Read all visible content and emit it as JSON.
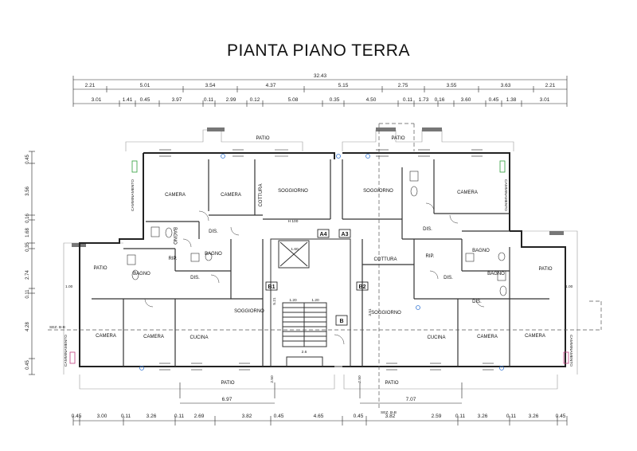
{
  "title": "PIANTA PIANO TERRA",
  "dimensions": {
    "overall": "32.43",
    "row1": [
      "2.21",
      "5.01",
      "3.54",
      "4.37",
      "5.15",
      "2.75",
      "3.55",
      "3.63",
      "2.21"
    ],
    "row2": [
      "3.01",
      "1.41",
      "0.45",
      "3.97",
      "0.11",
      "2.99",
      "0.12",
      "5.08",
      "0.35",
      "4.50",
      "0.11",
      "1.73",
      "0.16",
      "3.60",
      "0.45",
      "1.38",
      "3.01"
    ],
    "bottom_row": [
      "0.45",
      "3.00",
      "0.11",
      "3.26",
      "0.11",
      "2.69",
      "3.82",
      "0.45",
      "4.65",
      "0.45",
      "3.82",
      "2.59",
      "0.11",
      "3.26",
      "0.11",
      "3.26",
      "0.45"
    ],
    "left_vertical": [
      "0.45",
      "3.56",
      "0.16",
      "1.68",
      "0.35",
      "2.74",
      "0.11",
      "4.28",
      "0.45"
    ],
    "patio_dims": [
      "6.97",
      "7.07"
    ],
    "stair_dims": [
      "1.60",
      "1.20",
      "1.20",
      "2.6",
      "5.21",
      "3.51",
      "2.50",
      "2.50",
      "1.00",
      "1.00",
      "H 100"
    ]
  },
  "rooms": [
    {
      "label": "PATIO"
    },
    {
      "label": "PATIO"
    },
    {
      "label": "CAMERA"
    },
    {
      "label": "CAMERA"
    },
    {
      "label": "COTTURA"
    },
    {
      "label": "SOGGIORNO"
    },
    {
      "label": "SOGGIORNO"
    },
    {
      "label": "CAMERA"
    },
    {
      "label": "BAGNO"
    },
    {
      "label": "DIS."
    },
    {
      "label": "DIS."
    },
    {
      "label": "BAGNO"
    },
    {
      "label": "RIP."
    },
    {
      "label": "RIP."
    },
    {
      "label": "BAGNO"
    },
    {
      "label": "PATIO"
    },
    {
      "label": "BAGNO"
    },
    {
      "label": "DIS."
    },
    {
      "label": "COTTURA"
    },
    {
      "label": "DIS."
    },
    {
      "label": "BAGNO"
    },
    {
      "label": "PATIO"
    },
    {
      "label": "SOGGIORNO"
    },
    {
      "label": "SOGGIORNO"
    },
    {
      "label": "DIS."
    },
    {
      "label": "CAMERA"
    },
    {
      "label": "CAMERA"
    },
    {
      "label": "CUCINA"
    },
    {
      "label": "CUCINA"
    },
    {
      "label": "CAMERA"
    },
    {
      "label": "CAMERA"
    },
    {
      "label": "PATIO"
    },
    {
      "label": "PATIO"
    },
    {
      "label": "CAMMINAMENTO"
    },
    {
      "label": "CAMMINAMENTO"
    },
    {
      "label": "CAMMINAMENTO"
    },
    {
      "label": "CAMMINAMENTO"
    }
  ],
  "tags": [
    "A4",
    "A3",
    "B1",
    "B2",
    "B"
  ],
  "section_marks": [
    "SEZ. B-B",
    "SEZ. B-B"
  ],
  "colors": {
    "line": "#222222",
    "wall": "#333333",
    "grey_tab": "#777777",
    "dashed": "#555555",
    "green_tag": "#2e9e3a",
    "pink_tag": "#c04080",
    "blue_dot": "#3a7bd5"
  }
}
